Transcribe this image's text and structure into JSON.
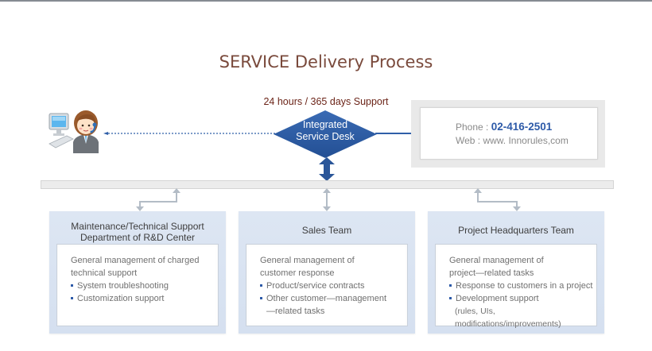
{
  "header": {
    "title": "SERVICE Delivery Process",
    "subtitle": "24 hours / 365 days Support"
  },
  "icons": {
    "customer": "customer-agent-at-computer-icon",
    "desk": "diamond-icon",
    "arrows": "bidirectional-arrow-icon"
  },
  "service_desk": {
    "line1": "Integrated",
    "line2": "Service Desk"
  },
  "contact": {
    "phone_label": "Phone : ",
    "phone_value": "02-416-2501",
    "web_label": "Web : ",
    "web_value": "www. Innorules,com"
  },
  "colors": {
    "title": "#7a4a3c",
    "subtitle": "#6b2418",
    "desk_blue": "#2f5fa8",
    "connector_gray": "#b3bcc6",
    "panel_bg": "#d9e3f2"
  },
  "teams": [
    {
      "title_line1": "Maintenance/Technical Support",
      "title_line2": "Department of R&D Center",
      "desc_line1": "General management of charged",
      "desc_line2": "technical support",
      "bullets": [
        {
          "text": "System troubleshooting",
          "cont": ""
        },
        {
          "text": "Customization support",
          "cont": ""
        }
      ]
    },
    {
      "title_line1": "Sales Team",
      "title_line2": "",
      "desc_line1": "General management of",
      "desc_line2": "customer response",
      "bullets": [
        {
          "text": "Product/service contracts",
          "cont": ""
        },
        {
          "text": "Other customer—management",
          "cont": "—related tasks"
        }
      ]
    },
    {
      "title_line1": "Project Headquarters Team",
      "title_line2": "",
      "desc_line1": "General management of",
      "desc_line2": "project—related tasks",
      "bullets": [
        {
          "text": "Response to customers in a project",
          "cont": ""
        },
        {
          "text": "Development support",
          "cont": "(rules, UIs, modifications/improvements)"
        }
      ]
    }
  ]
}
